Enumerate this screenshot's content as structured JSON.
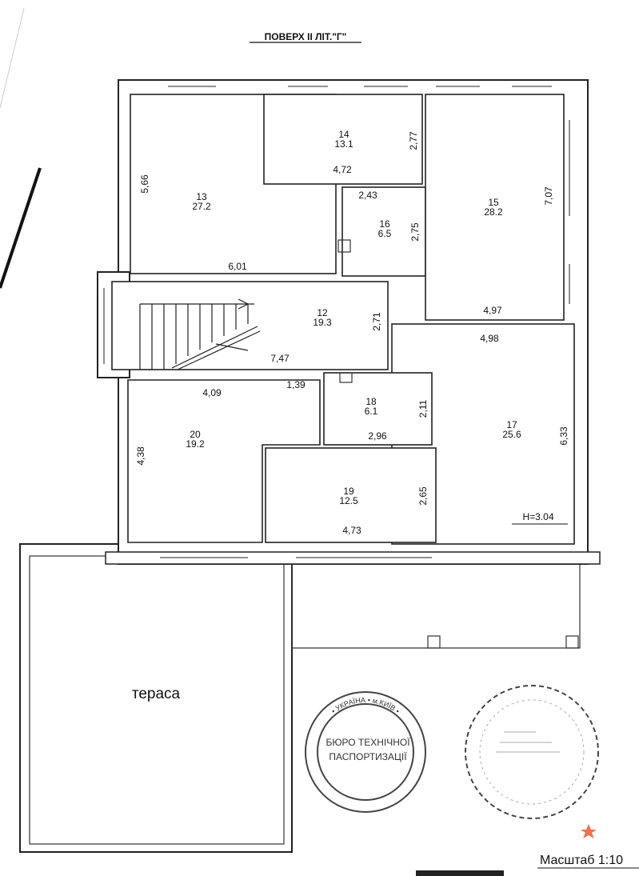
{
  "title": "ПОВЕРХ II ЛІТ.\"Г\"",
  "rooms": [
    {
      "number": "13",
      "area": "27.2"
    },
    {
      "number": "14",
      "area": "13.1"
    },
    {
      "number": "15",
      "area": "28.2"
    },
    {
      "number": "16",
      "area": "6.5"
    },
    {
      "number": "12",
      "area": "19.3"
    },
    {
      "number": "17",
      "area": "25.6"
    },
    {
      "number": "18",
      "area": "6.1"
    },
    {
      "number": "19",
      "area": "12.5"
    },
    {
      "number": "20",
      "area": "19.2"
    }
  ],
  "dimensions": [
    "5,66",
    "6,01",
    "2,77",
    "4,72",
    "2,43",
    "2,75",
    "7,07",
    "4,97",
    "2,71",
    "7,47",
    "4,98",
    "4,09",
    "1,39",
    "2,11",
    "2,96",
    "6,33",
    "4,38",
    "2,65",
    "4,73"
  ],
  "height_label": "H=3.04",
  "terrace_label": "тераса",
  "scale_label": "Масштаб 1:10",
  "stamp1": {
    "top": "• УКРАЇНА • м.КИЇВ •",
    "line1": "БЮРО ТЕХНІЧНОЇ",
    "line2": "ПАСПОРТИЗАЦІЇ"
  },
  "accent_star_color": "#f07050"
}
